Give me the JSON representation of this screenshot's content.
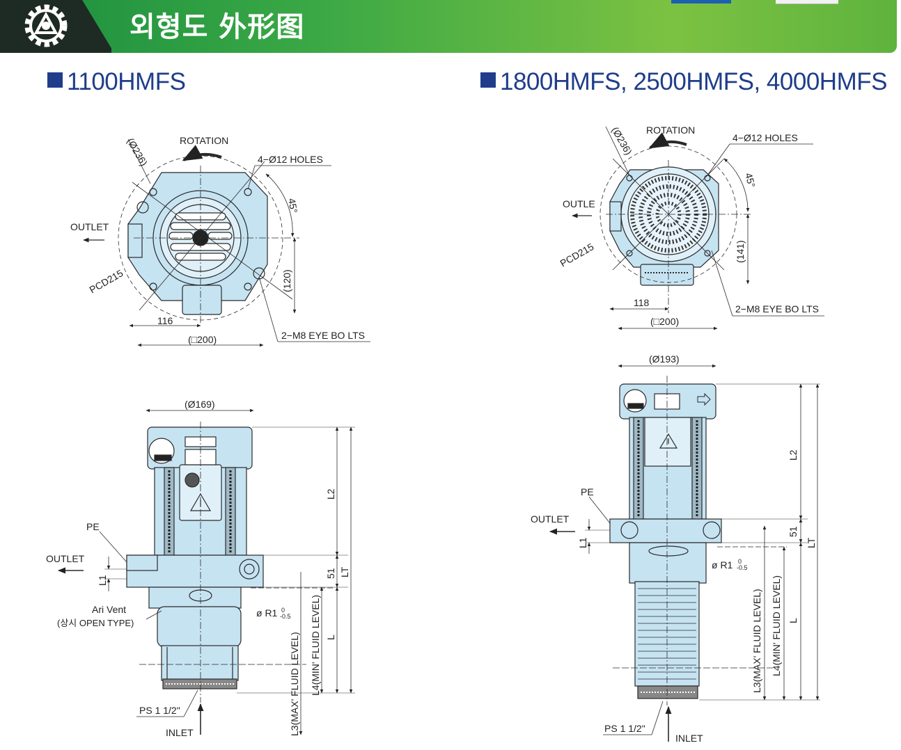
{
  "header": {
    "title": "외형도 外形图"
  },
  "left": {
    "model": "1100HMFS",
    "top_view": {
      "rotation": "ROTATION",
      "bolt_circle": "(Ø236)",
      "holes": "4−Ø12 HOLES",
      "angle": "45°",
      "outlet": "OUTLET",
      "pcd": "PCD215",
      "dim_120": "(120)",
      "dim_116": "116",
      "dim_200": "(□200)",
      "eye_bolts": "2−M8 EYE BO LTS"
    },
    "side_view": {
      "diameter": "(Ø169)",
      "pe": "PE",
      "outlet": "OUTLET",
      "l1": "L1",
      "air_vent": "Ari Vent",
      "air_vent_note": "(상시 OPEN TYPE)",
      "r1": "ø R1",
      "tol_top": "0",
      "tol_bottom": "-0.5",
      "l2": "L2",
      "d51": "51",
      "lt": "LT",
      "l": "L",
      "l4": "L4(MIN' FLUID LEVEL)",
      "l3": "L3(MAX' FLUID LEVEL)",
      "ps": "PS 1 1/2\"",
      "inlet": "INLET"
    }
  },
  "right": {
    "model": "1800HMFS, 2500HMFS, 4000HMFS",
    "top_view": {
      "rotation": "ROTATION",
      "bolt_circle": "(Ø236)",
      "holes": "4−Ø12 HOLES",
      "angle": "45°",
      "outlet": "OUTLE",
      "pcd": "PCD215",
      "dim_141": "(141)",
      "dim_118": "118",
      "dim_200": "(□200)",
      "eye_bolts": "2−M8 EYE BO LTS"
    },
    "side_view": {
      "diameter": "(Ø193)",
      "pe": "PE",
      "outlet": "OUTLET",
      "l1": "L1",
      "r1": "ø R1",
      "tol_top": "0",
      "tol_bottom": "-0.5",
      "l2": "L2",
      "d51": "51",
      "lt": "LT",
      "l": "L",
      "l4": "L4(MIN' FLUID LEVEL)",
      "l3": "L3(MAX' FLUID LEVEL)",
      "ps": "PS 1 1/2\"",
      "inlet": "INLET"
    }
  },
  "colors": {
    "body": "#c6e3f2",
    "line": "#2a2a2a",
    "banner_green": "#3aa845",
    "title_blue": "#1f3d8a"
  }
}
